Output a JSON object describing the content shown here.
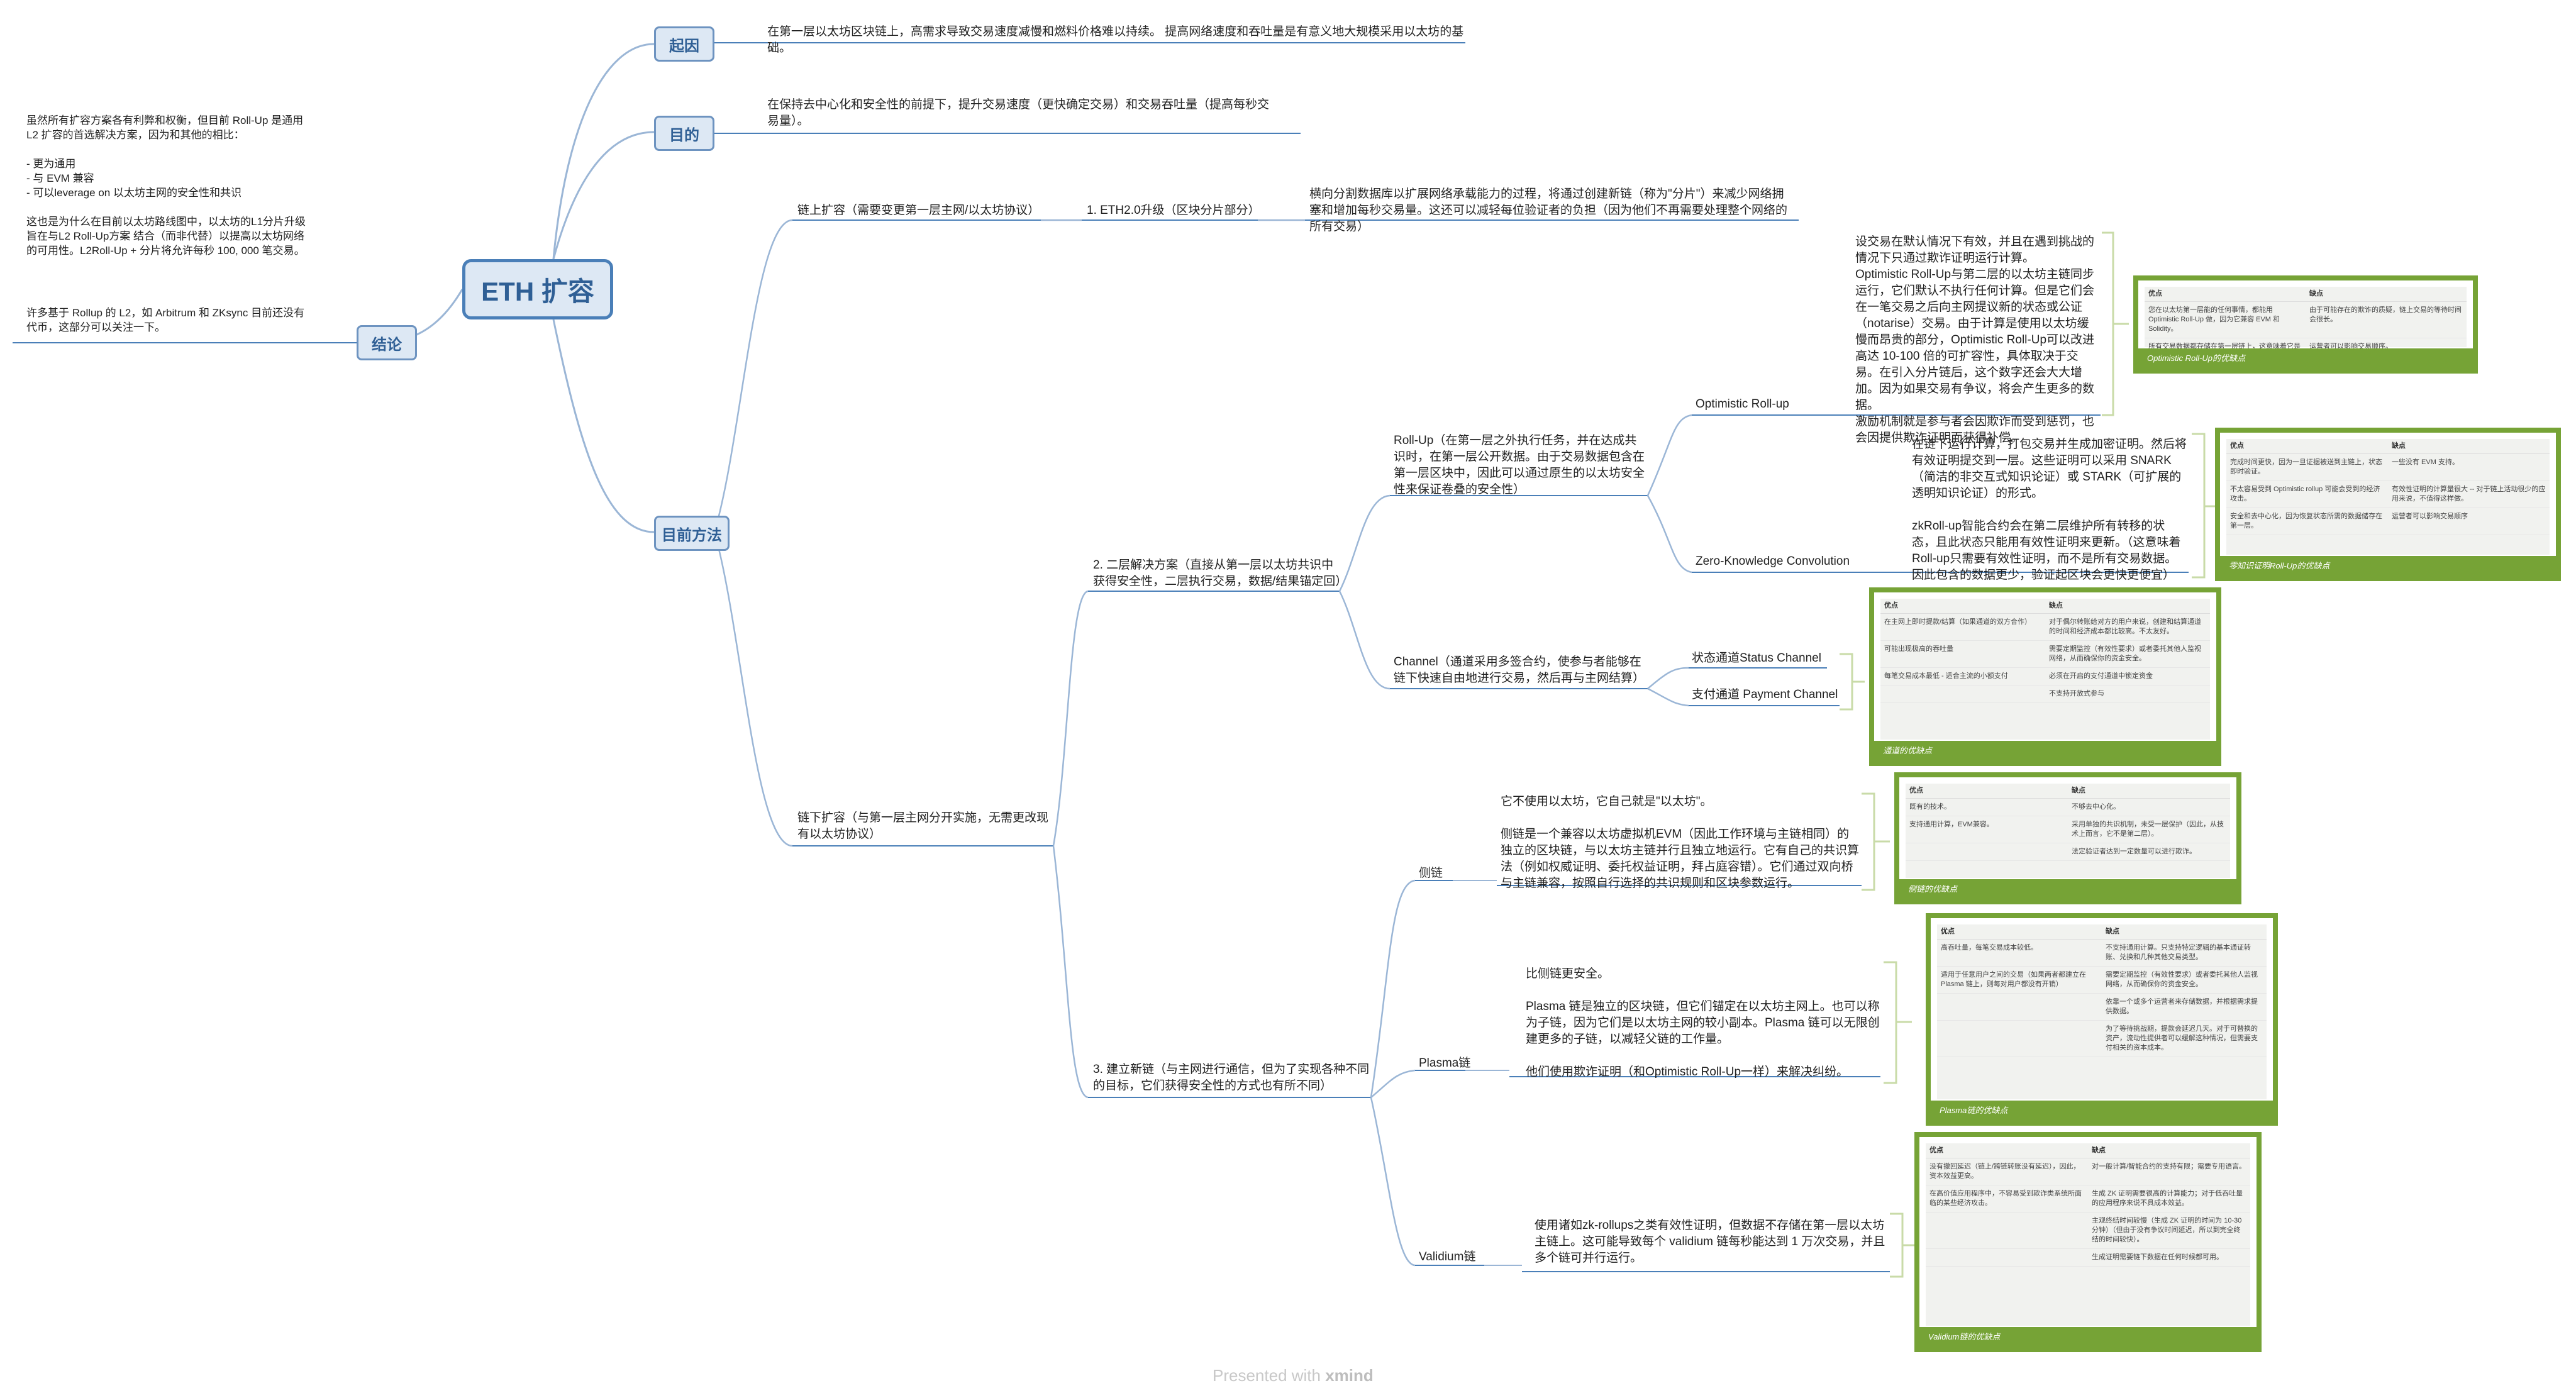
{
  "root": {
    "title": "ETH 扩容"
  },
  "branches": {
    "origin": {
      "label": "起因",
      "text": "在第一层以太坊区块链上，高需求导致交易速度减慢和燃料价格难以持续。 提高网络速度和吞吐量是有意义地大规模采用以太坊的基础。"
    },
    "goal": {
      "label": "目的",
      "text": "在保持去中心化和安全性的前提下，提升交易速度（更快确定交易）和交易吞吐量（提高每秒交易量）。"
    },
    "method": {
      "label": "目前方法"
    },
    "conclusion": {
      "label": "结论",
      "text1": "虽然所有扩容方案各有利弊和权衡，但目前 Roll-Up 是通用 L2 扩容的首选解决方案，因为和其他的相比：\n\n- 更为通用\n- 与 EVM 兼容\n- 可以leverage on 以太坊主网的安全性和共识\n\n这也是为什么在目前以太坊路线图中，以太坊的L1分片升级旨在与L2 Roll-Up方案 结合（而非代替）以提高以太坊网络的可用性。L2Roll-Up + 分片将允许每秒 100, 000 笔交易。",
      "text2": "许多基于 Rollup 的 L2，如 Arbitrum 和 ZKsync 目前还没有代币，这部分可以关注一下。"
    }
  },
  "onchain": {
    "label": "链上扩容（需要变更第一层主网/以太坊协议）",
    "eth2": {
      "label": "1. ETH2.0升级（区块分片部分）",
      "text": "横向分割数据库以扩展网络承载能力的过程，将通过创建新链（称为\"分片\"）来减少网络拥塞和增加每秒交易量。这还可以减轻每位验证者的负担（因为他们不再需要处理整个网络的所有交易）"
    }
  },
  "offchain": {
    "label": "链下扩容（与第一层主网分开实施，无需更改现有以太坊协议）",
    "layer2": {
      "label": "2. 二层解决方案（直接从第一层以太坊共识中获得安全性，二层执行交易，数据/结果锚定回）",
      "rollup": {
        "label": "Roll-Up（在第一层之外执行任务，并在达成共识时，在第一层公开数据。由于交易数据包含在第一层区块中，因此可以通过原生的以太坊安全性来保证卷叠的安全性）",
        "optimistic": {
          "label": "Optimistic Roll-up",
          "text": "设交易在默认情况下有效，并且在遇到挑战的情况下只通过欺诈证明运行计算。\nOptimistic Roll-Up与第二层的以太坊主链同步运行，它们默认不执行任何计算。但是它们会在一笔交易之后向主网提议新的状态或公证（notarise）交易。由于计算是使用以太坊缓慢而昂贵的部分，Optimistic Roll-Up可以改进高达 10-100 倍的可扩容性，具体取决于交易。在引入分片链后，这个数字还会大大增加。因为如果交易有争议，将会产生更多的数据。\n激励机制就是参与者会因欺诈而受到惩罚，也会因提供欺诈证明而获得补偿。",
          "card": {
            "caption": "Optimistic Roll-Up的优缺点",
            "pro_header": "优点",
            "con_header": "缺点",
            "rows": [
              {
                "pro": "您在以太坊第一层能的任何事情，都能用 Optimistic Roll-Up 做，因为它兼容 EVM 和 Solidity。",
                "con": "由于可能存在的欺诈的质疑，链上交易的等待时间会很长。"
              },
              {
                "pro": "所有交易数据都存储在第一层链上，这意味着它是安全且去中心化的。",
                "con": "运营者可以影响交易顺序。"
              }
            ]
          }
        },
        "zk": {
          "label": "Zero-Knowledge Convolution",
          "text": "在链下运行计算，打包交易并生成加密证明。然后将有效证明提交到一层。这些证明可以采用 SNARK（简洁的非交互式知识论证）或 STARK（可扩展的透明知识论证）的形式。\n\nzkRoll-up智能合约会在第二层维护所有转移的状态，且此状态只能用有效性证明来更新。（这意味着Roll-up只需要有效性证明，而不是所有交易数据。因此包含的数据更少，验证起区块会更快更便宜）",
          "card": {
            "caption": "零知识证明Roll-Up的优缺点",
            "pro_header": "优点",
            "con_header": "缺点",
            "rows": [
              {
                "pro": "完成时间更快，因为一旦证据被送到主链上，状态即时验证。",
                "con": "一些没有 EVM 支持。"
              },
              {
                "pro": "不太容易受到 Optimistic rollup 可能会受到的经济攻击。",
                "pro_link": "Optimistic rollup",
                "con": "有效性证明的计算量很大 -- 对于链上活动很少的应用来说，不值得这样做。"
              },
              {
                "pro": "安全和去中心化，因为恢复状态所需的数据储存在第一层。",
                "con": "运营者可以影响交易顺序"
              }
            ]
          }
        }
      },
      "channel": {
        "label": "Channel（通道采用多签合约，使参与者能够在链下快速自由地进行交易，然后再与主网结算）",
        "status": "状态通道Status Channel",
        "payment": "支付通道 Payment Channel",
        "card": {
          "caption": "通道的优缺点",
          "pro_header": "优点",
          "con_header": "缺点",
          "rows": [
            {
              "pro": "在主网上即时提款/结算（如果通道的双方合作）",
              "con": "对于偶尔转账给对方的用户来说，创建和结算通道的时间和经济成本都比较高。不太友好。"
            },
            {
              "pro": "可能出现极高的吞吐量",
              "con": "需要定期监控（有效性要求）或者委托其他人监视网络，从而确保你的资金安全。"
            },
            {
              "pro": "每笔交易成本最低 - 适合主流的小额支付",
              "con": "必须在开启的支付通道中锁定资金"
            },
            {
              "pro": "",
              "con": "不支持开放式参与"
            }
          ]
        }
      }
    },
    "newchain": {
      "label": "3. 建立新链（与主网进行通信，但为了实现各种不同的目标，它们获得安全性的方式也有所不同）",
      "sidechain": {
        "label": "侧链",
        "text": "它不使用以太坊，它自己就是\"以太坊\"。\n\n侧链是一个兼容以太坊虚拟机EVM（因此工作环境与主链相同）的独立的区块链，与以太坊主链并行且独立地运行。它有自己的共识算法（例如权威证明、委托权益证明，拜占庭容错）。它们通过双向桥与主链兼容，按照自行选择的共识规则和区块参数运行。",
        "card": {
          "caption": "侧链的优缺点",
          "pro_header": "优点",
          "con_header": "缺点",
          "rows": [
            {
              "pro": "既有的技术。",
              "con": "不够去中心化。"
            },
            {
              "pro": "支持通用计算，EVM兼容。",
              "con": "采用单独的共识机制，未受一层保护（因此，从技术上而言，它不是第二层）。"
            },
            {
              "pro": "",
              "con": "法定验证者达到一定数量可以进行欺诈。"
            }
          ]
        }
      },
      "plasma": {
        "label": "Plasma链",
        "text": "比侧链更安全。\n\nPlasma 链是独立的区块链，但它们锚定在以太坊主网上。也可以称为子链，因为它们是以太坊主网的较小副本。Plasma 链可以无限创建更多的子链，以减轻父链的工作量。\n\n他们使用欺诈证明（和Optimistic Roll-Up一样）来解决纠纷。",
        "card": {
          "caption": "Plasma链的优缺点",
          "pro_header": "优点",
          "con_header": "缺点",
          "rows": [
            {
              "pro": "高吞吐量，每笔交易成本较低。",
              "con": "不支持通用计算。只支持特定逻辑的基本通证转账、兑换和几种其他交易类型。"
            },
            {
              "pro": "适用于任意用户之间的交易（如果两者都建立在 Plasma 链上，则每对用户都没有开销）",
              "con": "需要定期监控（有效性要求）或者委托其他人监视网络，从而确保你的资金安全。"
            },
            {
              "pro": "",
              "con": "依靠一个或多个运营者来存储数据，并根据需求提供数据。"
            },
            {
              "pro": "",
              "con": "为了等待挑战期，提款会延迟几天。对于可替换的资产，流动性提供者可以缓解这种情况，但需要支付相关的资本成本。"
            }
          ]
        }
      },
      "validium": {
        "label": "Validium链",
        "text": "使用诸如zk-rollups之类有效性证明，但数据不存储在第一层以太坊主链上。这可能导致每个 validium 链每秒能达到 1 万次交易，并且多个链可并行运行。",
        "card": {
          "caption": "Validium链的优缺点",
          "pro_header": "优点",
          "con_header": "缺点",
          "rows": [
            {
              "pro": "没有撤回延迟（链上/跨链转账没有延迟），因此，资本效益更高。",
              "con": "对一般计算/智能合约的支持有限；需要专用语言。"
            },
            {
              "pro": "在高价值应用程序中，不容易受到欺诈类系统所面临的某些经济攻击。",
              "con": "生成 ZK 证明需要很高的计算能力；对于低吞吐量的应用程序来说不具成本效益。"
            },
            {
              "pro": "",
              "con": "主观终结时间较慢（生成 ZK 证明的时间为 10-30 分钟）（但由于没有争议时间延迟，所以到完全终结的时间较快）。"
            },
            {
              "pro": "",
              "con": "生成证明需要链下数据在任何时候都可用。"
            }
          ]
        }
      }
    }
  },
  "footer": {
    "presented": "Presented with",
    "brand": "xmind"
  }
}
